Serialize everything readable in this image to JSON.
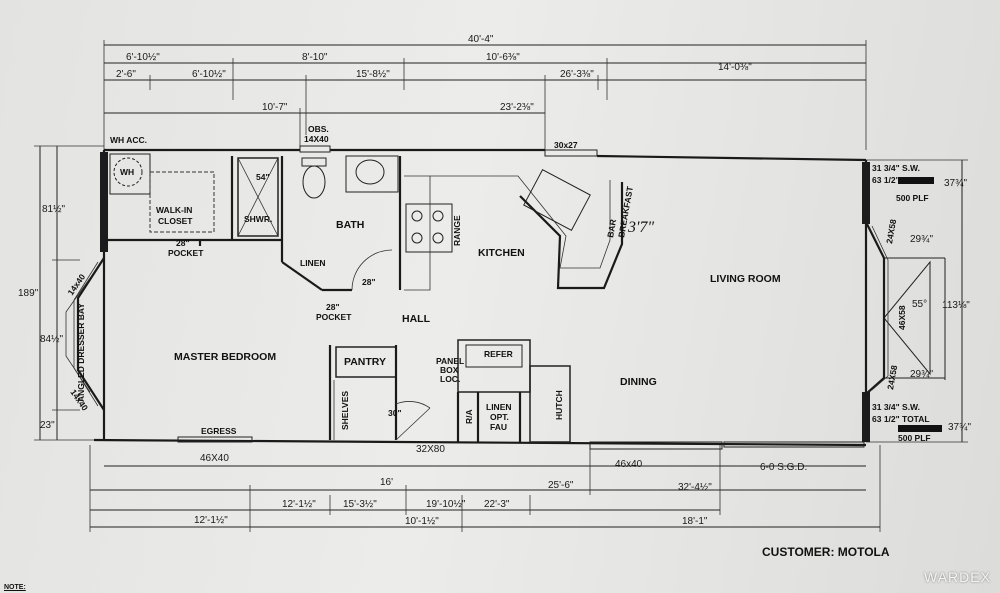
{
  "dims_top": {
    "overall": "40'-4\"",
    "r1_a": "6'-10½\"",
    "r1_b": "8'-10\"",
    "r1_c": "10'-6⅜\"",
    "r1_d": "14'-0⅜\"",
    "r2_a": "2'-6\"",
    "r2_b": "6'-10½\"",
    "r2_c": "15'-8½\"",
    "r2_d": "26'-3⅜\"",
    "r3_a": "10'-7\"",
    "r3_b": "23'-2⅜\"",
    "obs": "OBS.",
    "obs_size": "14X40",
    "win_top": "30x27"
  },
  "dims_left": {
    "overall": "189\"",
    "a": "81½\"",
    "b": "84½\"",
    "c": "23\""
  },
  "dims_right": {
    "sw1": "31 3/4\" S.W.",
    "tot1": "63 1/2\" TOTAL",
    "v1": "37¾\"",
    "plf1": "500 PLF",
    "w1": "24X58",
    "d1": "29¾\"",
    "bay_w": "46X58",
    "angle": "55°",
    "v2": "113⅛\"",
    "d2": "29¾\"",
    "w2": "24X58",
    "sw2": "31 3/4\" S.W.",
    "tot2": "63 1/2\" TOTAL",
    "v3": "37¾\"",
    "plf2": "500 PLF"
  },
  "dims_bottom": {
    "egress": "EGRESS",
    "win1": "46X40",
    "door": "32X80",
    "win2": "46x40",
    "sgd": "6-0 S.G.D.",
    "r1_a": "16'",
    "r1_b": "25'-6\"",
    "r2_a": "12'-1½\"",
    "r2_b": "15'-3½\"",
    "r2_c": "19'-10½\"",
    "r2_d": "22'-3\"",
    "r2_e": "32'-4½\"",
    "r3_a": "12'-1½\"",
    "r3_b": "10'-1½\"",
    "r3_c": "18'-1\""
  },
  "rooms": {
    "wh_acc": "WH ACC.",
    "wh": "WH",
    "walkin1": "WALK-IN",
    "walkin2": "CLOSET",
    "pocket_top": "28\"",
    "pocket_top2": "POCKET",
    "shower_in": "54\"",
    "shower": "SHWR.",
    "bath": "BATH",
    "linen": "LINEN",
    "bath_door": "28\"",
    "range": "RANGE",
    "kitchen": "KITCHEN",
    "bar1": "BAR",
    "bar2": "BREAKFAST",
    "bar_note": "3'7\"",
    "living": "LIVING ROOM",
    "hall_pocket1": "28\"",
    "hall_pocket2": "POCKET",
    "hall": "HALL",
    "master": "MASTER BEDROOM",
    "angled": "ANGLED DRESSER BAY",
    "bay_win1": "14x40",
    "bay_win2": "14x40",
    "pantry": "PANTRY",
    "shelves": "SHELVES",
    "closet_door": "30\"",
    "panel1": "PANEL",
    "panel2": "BOX",
    "panel3": "LOC.",
    "refer": "REFER",
    "ra": "R/A",
    "linen_opt1": "LINEN",
    "linen_opt2": "OPT.",
    "linen_opt3": "FAU",
    "hutch": "HUTCH",
    "dining": "DINING"
  },
  "customer": "CUSTOMER: MOTOLA",
  "watermark": "WARDEX",
  "note": "NOTE:"
}
